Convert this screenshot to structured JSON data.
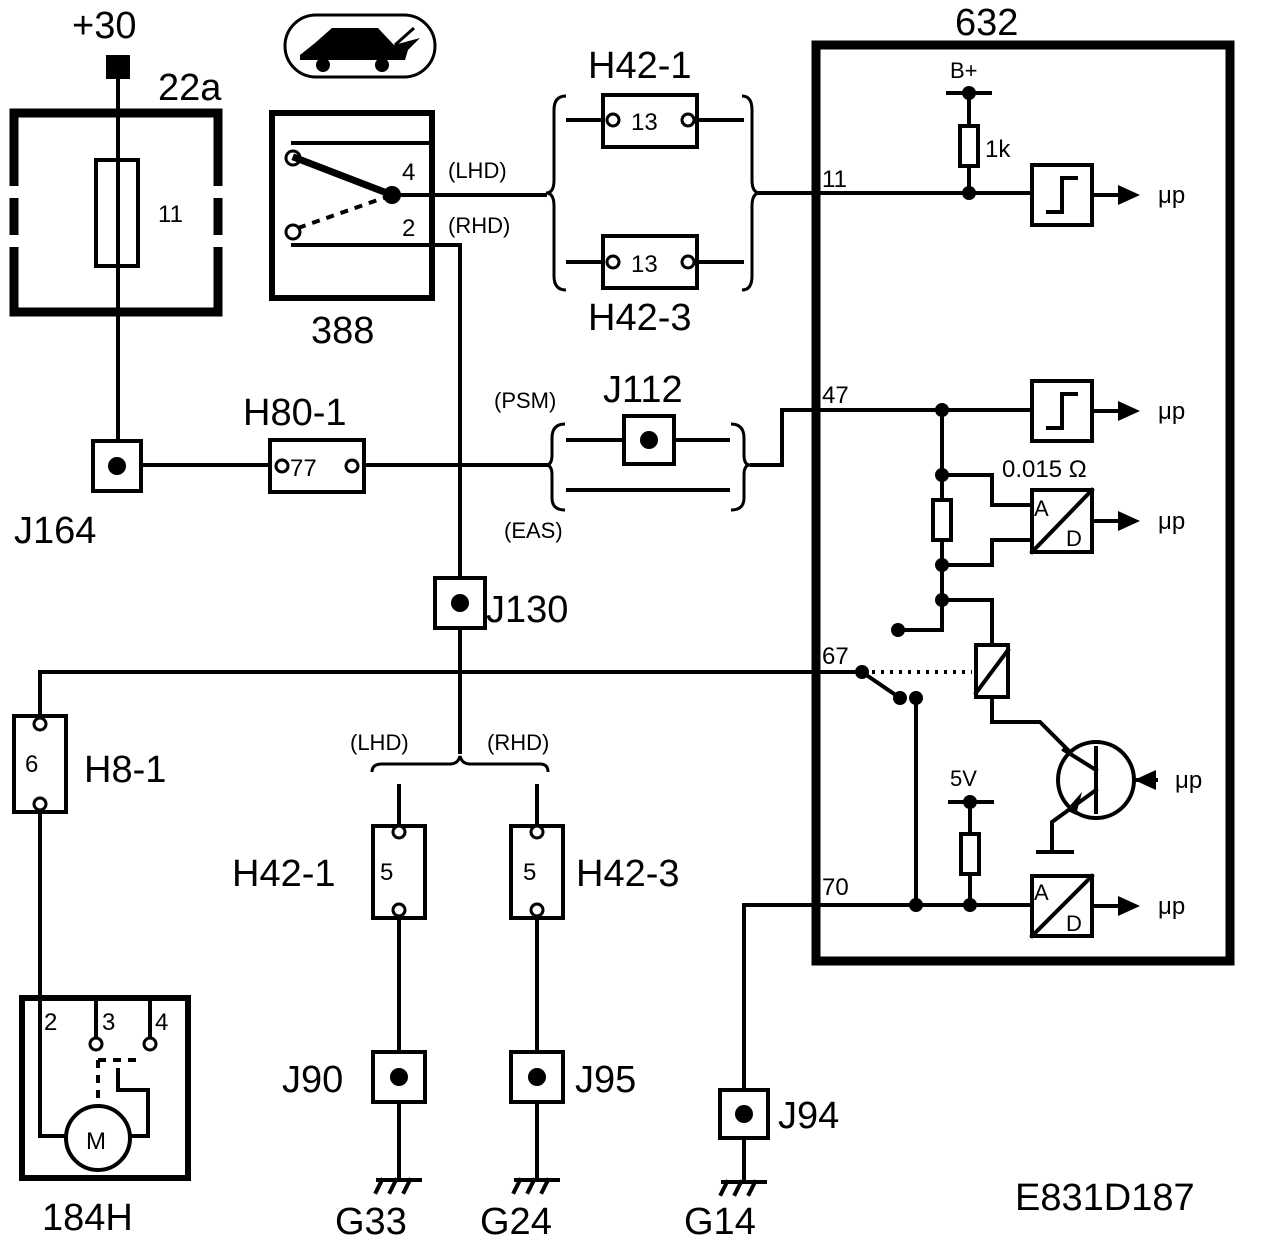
{
  "supply": {
    "label": "+30"
  },
  "components": {
    "c22a": {
      "label": "22a",
      "fuse": "11"
    },
    "c388": {
      "label": "388",
      "pin4": "4",
      "pin2": "2",
      "lhd": "(LHD)",
      "rhd": "(RHD)"
    },
    "h42_1_top": {
      "label": "H42-1",
      "pin": "13"
    },
    "h42_3_top": {
      "label": "H42-3",
      "pin": "13"
    },
    "h80_1": {
      "label": "H80-1",
      "pin": "77"
    },
    "j164": {
      "label": "J164"
    },
    "j112": {
      "label": "J112",
      "psm": "(PSM)",
      "eas": "(EAS)"
    },
    "j130": {
      "label": "J130"
    },
    "h8_1": {
      "label": "H8-1",
      "pin": "6"
    },
    "branch": {
      "lhd": "(LHD)",
      "rhd": "(RHD)"
    },
    "h42_1_bot": {
      "label": "H42-1",
      "pin": "5"
    },
    "h42_3_bot": {
      "label": "H42-3",
      "pin": "5"
    },
    "j90": {
      "label": "J90"
    },
    "j95": {
      "label": "J95"
    },
    "j94": {
      "label": "J94"
    },
    "g33": {
      "label": "G33"
    },
    "g24": {
      "label": "G24"
    },
    "g14": {
      "label": "G14"
    },
    "motor": {
      "label": "184H",
      "symbol": "M",
      "p2": "2",
      "p3": "3",
      "p4": "4"
    }
  },
  "ecu": {
    "label": "632",
    "bplus": "B+",
    "res1": "1k",
    "shunt": "0.015 Ω",
    "v5": "5V",
    "pin11": "11",
    "pin47": "47",
    "pin67": "67",
    "pin70": "70",
    "up": "μp",
    "adA": "A",
    "adD": "D"
  },
  "code": "E831D187"
}
